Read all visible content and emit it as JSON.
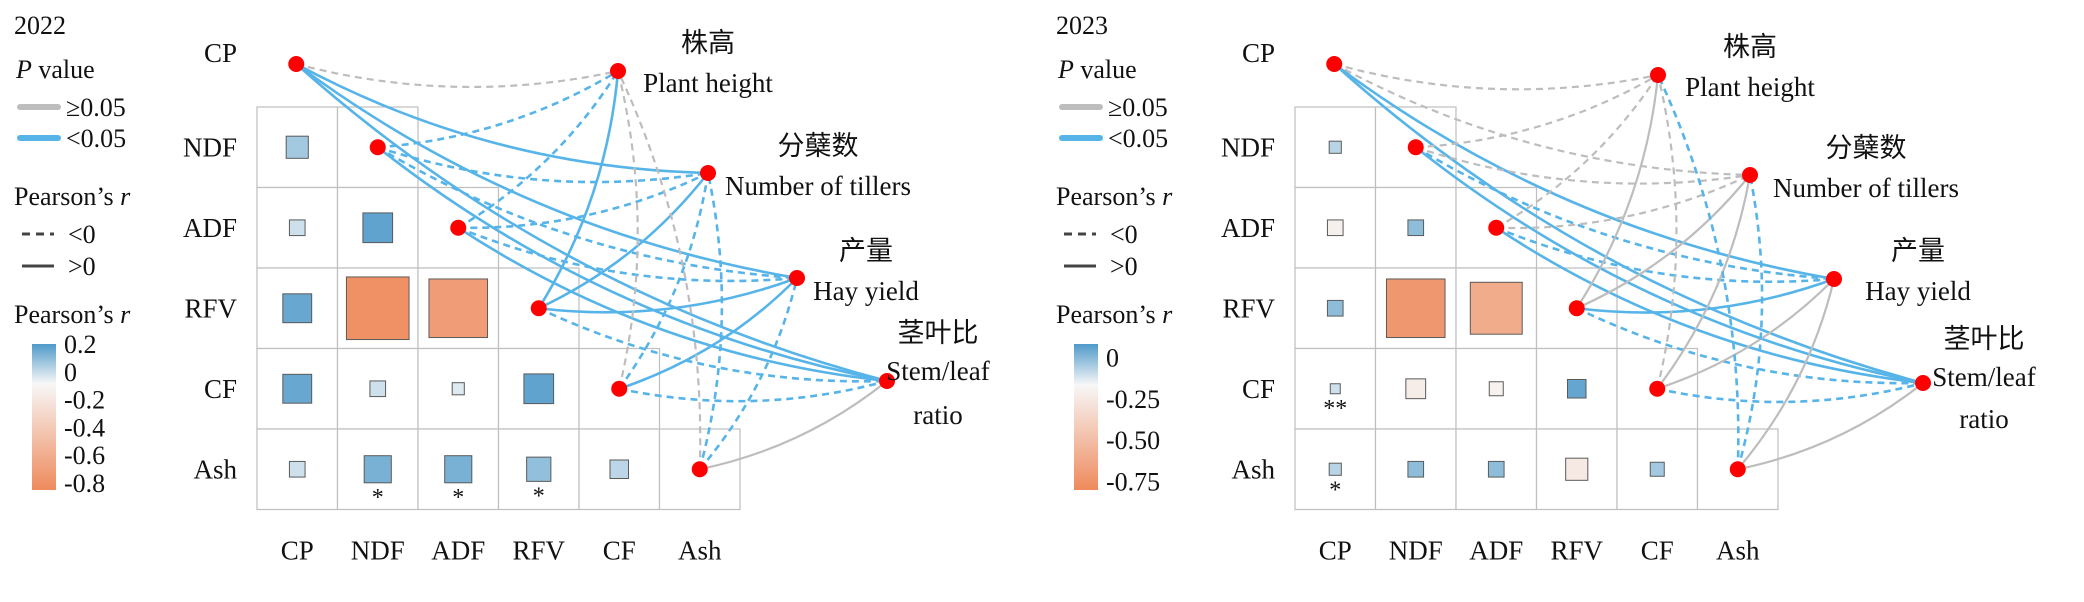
{
  "colors": {
    "line_nonsig": "#bdbdbd",
    "line_sig": "#56b4e9",
    "node": "#ff0000",
    "grid": "#bfbfbf",
    "scale_pos": "#4f9ac9",
    "scale_mid": "#f7f7f7",
    "scale_neg": "#ee8a5c"
  },
  "panels": [
    {
      "year": "2022",
      "legend": {
        "p_title_italic": "P",
        "p_title_rest": " value",
        "p_items": [
          "≥0.05",
          "<0.05"
        ],
        "r_title": "Pearson’s ",
        "r_title_italic": "r",
        "r_items": [
          "<0",
          ">0"
        ],
        "scale_title": "Pearson’s ",
        "scale_title_italic": "r",
        "scale_ticks": [
          "0.2",
          "0",
          "-0.2",
          "-0.4",
          "-0.6",
          "-0.8"
        ],
        "scale_range": [
          -0.85,
          0.2
        ]
      }
    },
    {
      "year": "2023",
      "legend": {
        "p_title_italic": "P",
        "p_title_rest": " value",
        "p_items": [
          "≥0.05",
          "<0.05"
        ],
        "r_title": "Pearson’s ",
        "r_title_italic": "r",
        "r_items": [
          "<0",
          ">0"
        ],
        "scale_title": "Pearson’s ",
        "scale_title_italic": "r",
        "scale_ticks": [
          "0",
          "-0.25",
          "-0.50",
          "-0.75"
        ],
        "scale_range": [
          -0.8,
          0.08
        ]
      }
    }
  ],
  "chart_data": [
    {
      "type": "heatmap",
      "title": "2022",
      "variables": [
        "CP",
        "NDF",
        "ADF",
        "RFV",
        "CF",
        "Ash"
      ],
      "targets": [
        {
          "zh": "株高",
          "en": "Plant height"
        },
        {
          "zh": "分蘖数",
          "en": "Number of tillers"
        },
        {
          "zh": "产量",
          "en": "Hay yield"
        },
        {
          "zh": "茎叶比",
          "en": "Stem/leaf ratio"
        }
      ],
      "correlations": [
        {
          "row": "NDF",
          "col": "CP",
          "r": 0.1
        },
        {
          "row": "ADF",
          "col": "CP",
          "r": 0.05
        },
        {
          "row": "ADF",
          "col": "NDF",
          "r": 0.18
        },
        {
          "row": "RFV",
          "col": "CP",
          "r": 0.17
        },
        {
          "row": "RFV",
          "col": "NDF",
          "r": -0.8
        },
        {
          "row": "RFV",
          "col": "ADF",
          "r": -0.7
        },
        {
          "row": "CF",
          "col": "CP",
          "r": 0.17
        },
        {
          "row": "CF",
          "col": "NDF",
          "r": 0.05
        },
        {
          "row": "CF",
          "col": "ADF",
          "r": 0.03
        },
        {
          "row": "CF",
          "col": "RFV",
          "r": 0.18
        },
        {
          "row": "Ash",
          "col": "CP",
          "r": 0.05,
          "sig": ""
        },
        {
          "row": "Ash",
          "col": "NDF",
          "r": 0.15,
          "sig": "*"
        },
        {
          "row": "Ash",
          "col": "ADF",
          "r": 0.15,
          "sig": "*"
        },
        {
          "row": "Ash",
          "col": "RFV",
          "r": 0.12,
          "sig": "*"
        },
        {
          "row": "Ash",
          "col": "CF",
          "r": 0.07,
          "sig": ""
        }
      ],
      "mantel_links": [
        {
          "from": "CP",
          "to": "Plant height",
          "p_sig": false,
          "r_positive": false
        },
        {
          "from": "CP",
          "to": "Number of tillers",
          "p_sig": true,
          "r_positive": true
        },
        {
          "from": "CP",
          "to": "Hay yield",
          "p_sig": true,
          "r_positive": true
        },
        {
          "from": "CP",
          "to": "Stem/leaf ratio",
          "p_sig": true,
          "r_positive": true
        },
        {
          "from": "NDF",
          "to": "Plant height",
          "p_sig": true,
          "r_positive": false
        },
        {
          "from": "NDF",
          "to": "Number of tillers",
          "p_sig": true,
          "r_positive": false
        },
        {
          "from": "NDF",
          "to": "Hay yield",
          "p_sig": true,
          "r_positive": false
        },
        {
          "from": "NDF",
          "to": "Stem/leaf ratio",
          "p_sig": true,
          "r_positive": true
        },
        {
          "from": "ADF",
          "to": "Plant height",
          "p_sig": true,
          "r_positive": false
        },
        {
          "from": "ADF",
          "to": "Number of tillers",
          "p_sig": true,
          "r_positive": false
        },
        {
          "from": "ADF",
          "to": "Hay yield",
          "p_sig": true,
          "r_positive": false
        },
        {
          "from": "ADF",
          "to": "Stem/leaf ratio",
          "p_sig": true,
          "r_positive": true
        },
        {
          "from": "RFV",
          "to": "Plant height",
          "p_sig": true,
          "r_positive": true
        },
        {
          "from": "RFV",
          "to": "Number of tillers",
          "p_sig": true,
          "r_positive": true
        },
        {
          "from": "RFV",
          "to": "Hay yield",
          "p_sig": true,
          "r_positive": true
        },
        {
          "from": "RFV",
          "to": "Stem/leaf ratio",
          "p_sig": true,
          "r_positive": false
        },
        {
          "from": "CF",
          "to": "Plant height",
          "p_sig": false,
          "r_positive": false
        },
        {
          "from": "CF",
          "to": "Number of tillers",
          "p_sig": true,
          "r_positive": false
        },
        {
          "from": "CF",
          "to": "Hay yield",
          "p_sig": true,
          "r_positive": true
        },
        {
          "from": "CF",
          "to": "Stem/leaf ratio",
          "p_sig": true,
          "r_positive": false
        },
        {
          "from": "Ash",
          "to": "Plant height",
          "p_sig": false,
          "r_positive": false
        },
        {
          "from": "Ash",
          "to": "Number of tillers",
          "p_sig": true,
          "r_positive": false
        },
        {
          "from": "Ash",
          "to": "Hay yield",
          "p_sig": true,
          "r_positive": false
        },
        {
          "from": "Ash",
          "to": "Stem/leaf ratio",
          "p_sig": false,
          "r_positive": true
        }
      ]
    },
    {
      "type": "heatmap",
      "title": "2023",
      "variables": [
        "CP",
        "NDF",
        "ADF",
        "RFV",
        "CF",
        "Ash"
      ],
      "targets": [
        {
          "zh": "株高",
          "en": "Plant height"
        },
        {
          "zh": "分蘖数",
          "en": "Number of tillers"
        },
        {
          "zh": "产量",
          "en": "Hay yield"
        },
        {
          "zh": "茎叶比",
          "en": "Stem/leaf ratio"
        }
      ],
      "correlations": [
        {
          "row": "NDF",
          "col": "CP",
          "r": 0.03
        },
        {
          "row": "ADF",
          "col": "CP",
          "r": -0.05
        },
        {
          "row": "ADF",
          "col": "NDF",
          "r": 0.05
        },
        {
          "row": "RFV",
          "col": "CP",
          "r": 0.05
        },
        {
          "row": "RFV",
          "col": "NDF",
          "r": -0.7
        },
        {
          "row": "RFV",
          "col": "ADF",
          "r": -0.55
        },
        {
          "row": "CF",
          "col": "CP",
          "r": 0.02,
          "sig": "**"
        },
        {
          "row": "CF",
          "col": "NDF",
          "r": -0.08
        },
        {
          "row": "CF",
          "col": "ADF",
          "r": -0.04
        },
        {
          "row": "CF",
          "col": "RFV",
          "r": 0.07
        },
        {
          "row": "Ash",
          "col": "CP",
          "r": 0.03,
          "sig": "*"
        },
        {
          "row": "Ash",
          "col": "NDF",
          "r": 0.05
        },
        {
          "row": "Ash",
          "col": "ADF",
          "r": 0.05
        },
        {
          "row": "Ash",
          "col": "RFV",
          "r": -0.1
        },
        {
          "row": "Ash",
          "col": "CF",
          "r": 0.04
        }
      ],
      "mantel_links": [
        {
          "from": "CP",
          "to": "Plant height",
          "p_sig": false,
          "r_positive": false
        },
        {
          "from": "CP",
          "to": "Number of tillers",
          "p_sig": false,
          "r_positive": false
        },
        {
          "from": "CP",
          "to": "Hay yield",
          "p_sig": true,
          "r_positive": true
        },
        {
          "from": "CP",
          "to": "Stem/leaf ratio",
          "p_sig": true,
          "r_positive": true
        },
        {
          "from": "NDF",
          "to": "Plant height",
          "p_sig": false,
          "r_positive": false
        },
        {
          "from": "NDF",
          "to": "Number of tillers",
          "p_sig": false,
          "r_positive": false
        },
        {
          "from": "NDF",
          "to": "Hay yield",
          "p_sig": true,
          "r_positive": false
        },
        {
          "from": "NDF",
          "to": "Stem/leaf ratio",
          "p_sig": true,
          "r_positive": true
        },
        {
          "from": "ADF",
          "to": "Plant height",
          "p_sig": false,
          "r_positive": false
        },
        {
          "from": "ADF",
          "to": "Number of tillers",
          "p_sig": false,
          "r_positive": false
        },
        {
          "from": "ADF",
          "to": "Hay yield",
          "p_sig": true,
          "r_positive": false
        },
        {
          "from": "ADF",
          "to": "Stem/leaf ratio",
          "p_sig": true,
          "r_positive": true
        },
        {
          "from": "RFV",
          "to": "Plant height",
          "p_sig": false,
          "r_positive": true
        },
        {
          "from": "RFV",
          "to": "Number of tillers",
          "p_sig": false,
          "r_positive": true
        },
        {
          "from": "RFV",
          "to": "Hay yield",
          "p_sig": true,
          "r_positive": true
        },
        {
          "from": "RFV",
          "to": "Stem/leaf ratio",
          "p_sig": true,
          "r_positive": false
        },
        {
          "from": "CF",
          "to": "Plant height",
          "p_sig": false,
          "r_positive": false
        },
        {
          "from": "CF",
          "to": "Number of tillers",
          "p_sig": false,
          "r_positive": true
        },
        {
          "from": "CF",
          "to": "Hay yield",
          "p_sig": false,
          "r_positive": true
        },
        {
          "from": "CF",
          "to": "Stem/leaf ratio",
          "p_sig": true,
          "r_positive": false
        },
        {
          "from": "Ash",
          "to": "Plant height",
          "p_sig": true,
          "r_positive": false
        },
        {
          "from": "Ash",
          "to": "Number of tillers",
          "p_sig": true,
          "r_positive": false
        },
        {
          "from": "Ash",
          "to": "Hay yield",
          "p_sig": false,
          "r_positive": true
        },
        {
          "from": "Ash",
          "to": "Stem/leaf ratio",
          "p_sig": false,
          "r_positive": true
        }
      ]
    }
  ]
}
